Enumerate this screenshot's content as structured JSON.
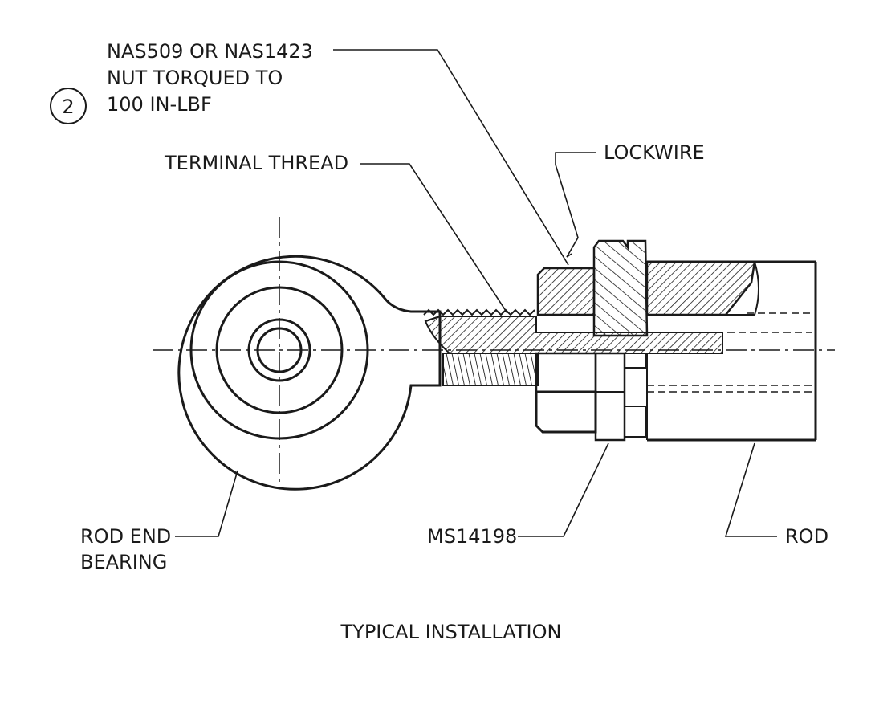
{
  "callout_number": "2",
  "labels": {
    "nut_line1": "NAS509 OR NAS1423",
    "nut_line2": "NUT TORQUED TO",
    "nut_line3": "100 IN-LBF",
    "terminal_thread": "TERMINAL THREAD",
    "lockwire": "LOCKWIRE",
    "rod_end_line1": "ROD END",
    "rod_end_line2": "BEARING",
    "ms14198": "MS14198",
    "rod": "ROD"
  },
  "caption": "TYPICAL INSTALLATION"
}
